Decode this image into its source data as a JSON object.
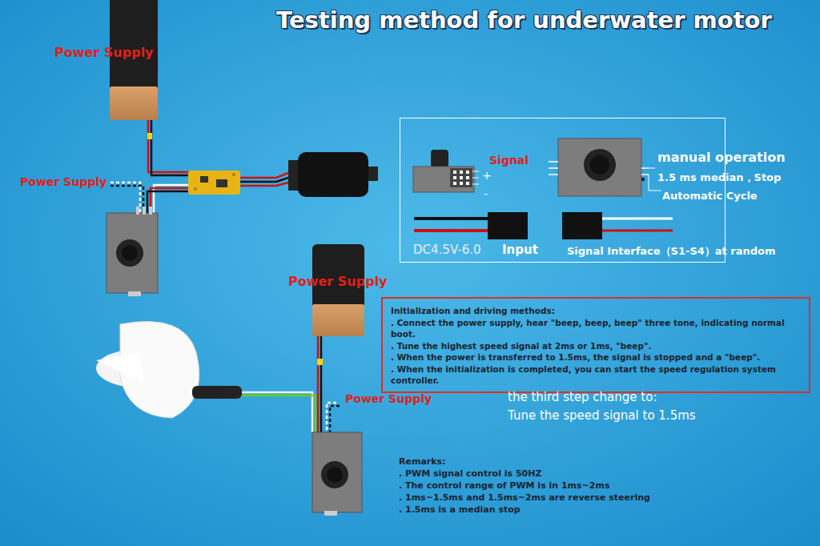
{
  "diagram": {
    "title": "Testing method for underwater motor",
    "nodes": [
      {
        "text": [
          "Signal",
          "+",
          "-",
          "manual operation",
          "1.5 ms median，Stop",
          "Automatic Cycle",
          "DC4.5V-6.0",
          "Input",
          "Signal Interface（S1-S4）at random"
        ]
      },
      {
        "text": [
          "Initialization and driving methods:",
          ". Connect the power supply, hear \"beep, beep, beep\" three tone, indicating normal boot.",
          ". Tune the highest speed signal at 2ms or 1ms, \"beep\".",
          ". When the power is transferred to 1.5ms, the signal is stopped and a \"beep\".",
          ". When the initialization is completed, you can start the speed regulation system controller."
        ]
      }
    ],
    "labels": [
      "Power Supply",
      "Power Supply",
      "Power Supply",
      "Power Supply",
      "the third step change to:",
      "Tune the speed signal to 1.5ms",
      "Remarks:",
      ". PWM signal control is 50HZ",
      ". The control range of PWM is in 1ms~2ms",
      ". 1ms~1.5ms and 1.5ms~2ms are reverse steering",
      ". 1.5ms is a median stop"
    ]
  }
}
